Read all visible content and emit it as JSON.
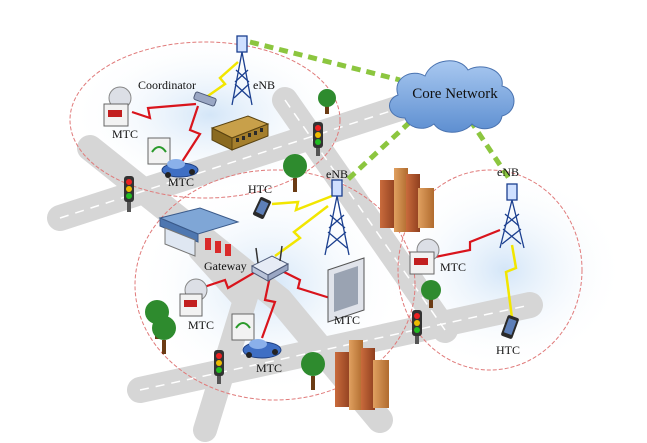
{
  "labels": {
    "core_network": "Core Network",
    "coordinator": "Coordinator",
    "enb_top": "eNB",
    "enb_center": "eNB",
    "enb_right": "eNB",
    "gateway": "Gateway",
    "htc_center": "HTC",
    "htc_right": "HTC",
    "mtc_top_left_1": "MTC",
    "mtc_top_left_2": "MTC",
    "mtc_center_left_1": "MTC",
    "mtc_center_left_2": "MTC",
    "mtc_center_right": "MTC",
    "mtc_right_cell": "MTC"
  },
  "colors": {
    "cell_boundary": "#e07a7a",
    "backhaul_link": "#8cc63f",
    "mtc_wireless_link": "#d9141c",
    "htc_wireless_link": "#f2e600",
    "road": "#d6d6d6",
    "core_cloud": "#7fa9de"
  },
  "icons": [
    "base-station-tower",
    "cloud",
    "router",
    "smartphone",
    "car",
    "meter",
    "traffic-light",
    "tree",
    "building"
  ]
}
